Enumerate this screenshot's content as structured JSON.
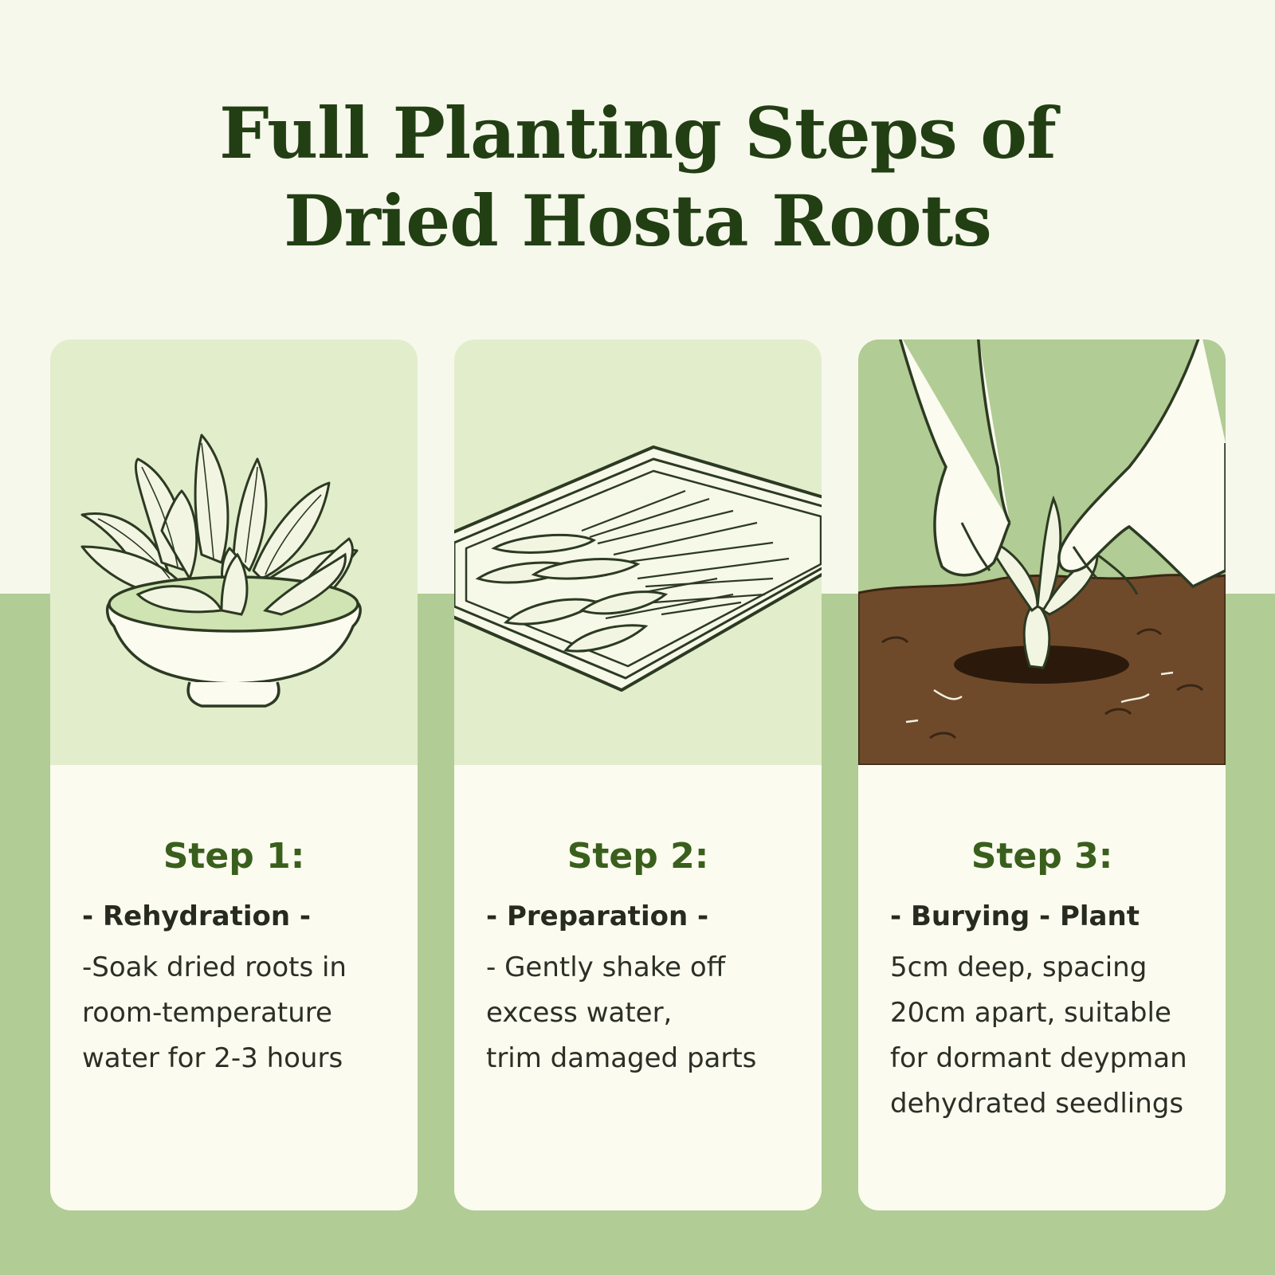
{
  "title": {
    "line1": "Full Planting Steps of",
    "line2": "Dried Hosta Roots"
  },
  "colors": {
    "page_background": "#f7f8ec",
    "lower_band": "#b1cc94",
    "title_text": "#223f14",
    "step_heading": "#3a5f1d",
    "soil": "#6f4a2a"
  },
  "steps": [
    {
      "heading": "Step 1:",
      "subtitle": "- Rehydration -",
      "lines": [
        "-Soak dried roots in",
        "room-temperature",
        "water for 2-3 hours"
      ],
      "illustration_icon": "hosta-roots-in-bowl-icon"
    },
    {
      "heading": "Step 2:",
      "subtitle": "- Preparation -",
      "lines": [
        "- Gently shake off",
        "excess water,",
        "trim damaged parts"
      ],
      "illustration_icon": "roots-on-tray-icon"
    },
    {
      "heading": "Step 3:",
      "subtitle": "- Burying - Plant",
      "lines": [
        "5cm deep, spacing",
        "20cm apart, suitable",
        "for dormant deypman",
        "dehydrated seedlings"
      ],
      "illustration_icon": "hands-planting-seedling-icon"
    }
  ]
}
